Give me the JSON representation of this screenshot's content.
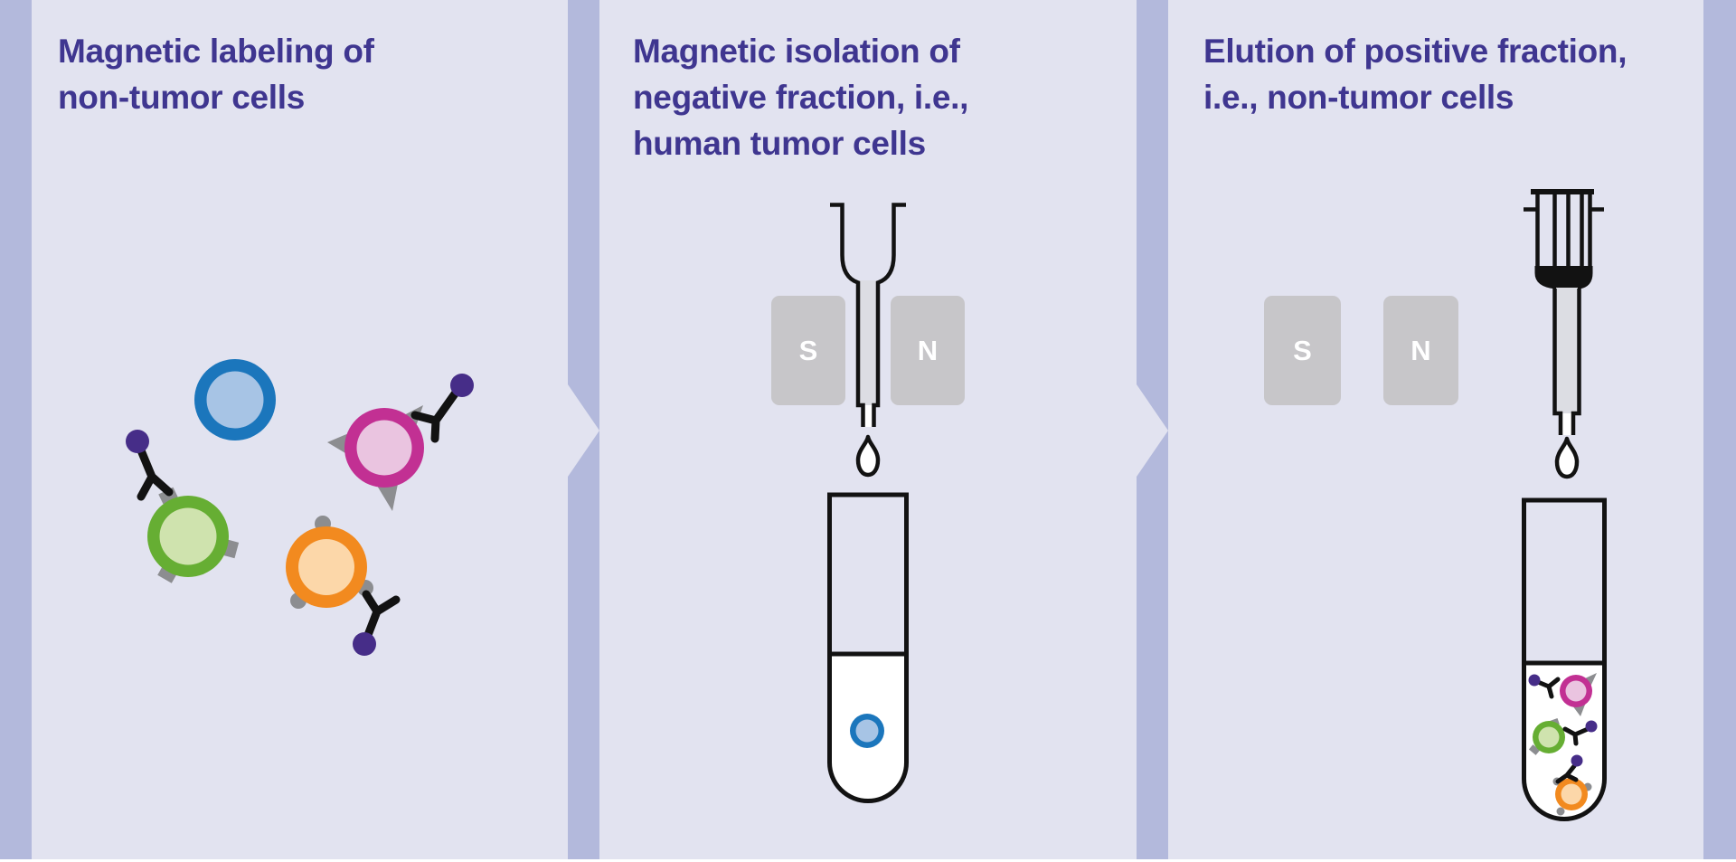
{
  "panels": [
    {
      "title_lines": [
        "Magnetic labeling of",
        "non-tumor cells"
      ]
    },
    {
      "title_lines": [
        "Magnetic isolation of",
        "negative fraction, i.e.,",
        "human tumor cells"
      ]
    },
    {
      "title_lines": [
        "Elution of positive fraction,",
        "i.e., non-tumor cells"
      ]
    }
  ],
  "magnets": {
    "south": "S",
    "north": "N"
  },
  "glyphs": {
    "cells": [
      "tumor-cell-blue",
      "non-tumor-cell-magenta",
      "non-tumor-cell-green",
      "non-tumor-cell-orange"
    ],
    "icons": [
      "antibody-with-magnetic-bead-icon",
      "magnet-south-icon",
      "magnet-north-icon",
      "separation-column-icon",
      "plunger-icon",
      "droplet-icon",
      "collection-tube-icon",
      "arrow-chevron-right-icon"
    ]
  },
  "colors": {
    "panel-bg": "#e2e3f0",
    "band": "#b3b9dc",
    "title": "#3f3690",
    "magnet": "#c7c6c9",
    "magnet-label": "#ffffff",
    "outline": "#121212",
    "column-fill": "#dcdde3",
    "liquid": "#ffffff",
    "blue-ring": "#1b76bc",
    "blue-core": "#a7c4e5",
    "magenta-ring": "#c23093",
    "magenta-core": "#eac4e0",
    "green-ring": "#66ae33",
    "green-core": "#cfe3ae",
    "orange-ring": "#f28a1f",
    "orange-core": "#fcd7a9",
    "bead": "#462d88",
    "marker": "#8c8d90"
  }
}
